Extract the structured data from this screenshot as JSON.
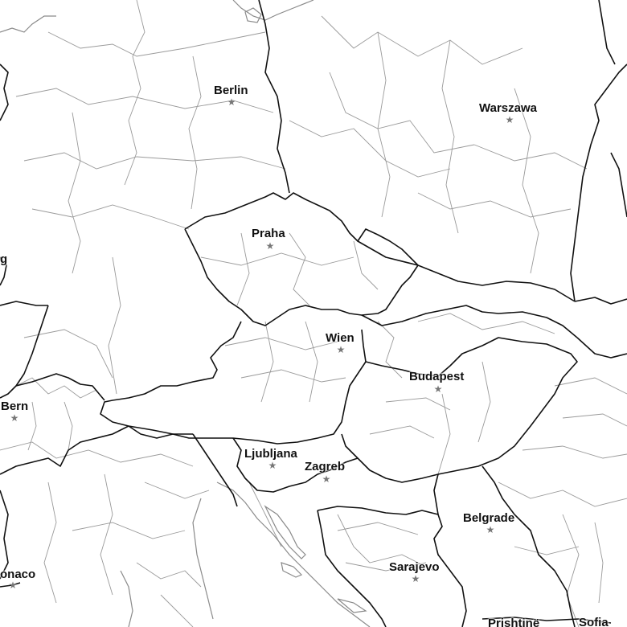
{
  "map": {
    "style": "grayscale outline map",
    "colors": {
      "background": "#ffffff",
      "country_border": "#111111",
      "region_border": "#9a9a9a",
      "water_outline": "#8a8a8a",
      "capital_marker": "#777777"
    },
    "cities": [
      {
        "id": "berlin",
        "name": "Berlin",
        "icon": "star-icon"
      },
      {
        "id": "warszawa",
        "name": "Warszawa",
        "icon": "star-icon"
      },
      {
        "id": "praha",
        "name": "Praha",
        "icon": "star-icon"
      },
      {
        "id": "wien",
        "name": "Wien",
        "icon": "star-icon"
      },
      {
        "id": "budapest",
        "name": "Budapest",
        "icon": "star-icon"
      },
      {
        "id": "bern",
        "name": "Bern",
        "icon": "star-icon"
      },
      {
        "id": "ljubljana",
        "name": "Ljubljana",
        "icon": "star-icon"
      },
      {
        "id": "zagreb",
        "name": "Zagreb",
        "icon": "star-icon"
      },
      {
        "id": "belgrade",
        "name": "Belgrade",
        "icon": "star-icon"
      },
      {
        "id": "sarajevo",
        "name": "Sarajevo",
        "icon": "star-icon"
      },
      {
        "id": "monaco",
        "name": "onaco",
        "icon": "star-icon"
      },
      {
        "id": "pristina",
        "name": "Prishtinë",
        "icon": "star-icon"
      },
      {
        "id": "sofia",
        "name": "Sofia",
        "icon": "star-icon"
      },
      {
        "id": "luxembourg",
        "name": "g",
        "icon": "star-icon"
      }
    ]
  }
}
